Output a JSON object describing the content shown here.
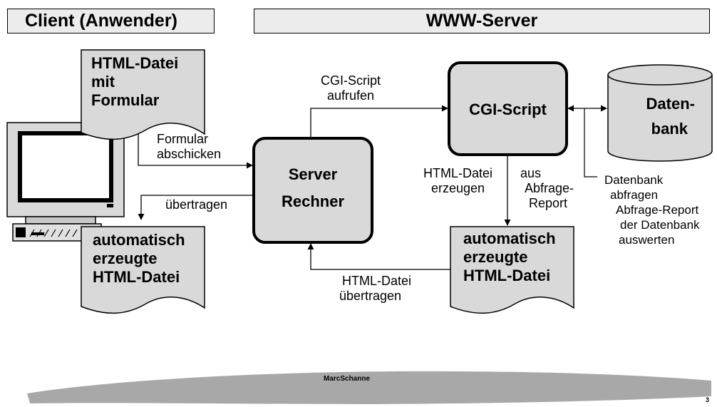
{
  "header": {
    "client": "Client (Anwender)",
    "server": "WWW-Server"
  },
  "docs": {
    "form": [
      "HTML-Datei",
      "mit",
      "Formular"
    ],
    "client_auto": [
      "automatisch",
      "erzeugte",
      "HTML-Datei"
    ],
    "server_auto": [
      "automatisch",
      "erzeugte",
      "HTML-Datei"
    ]
  },
  "boxes": {
    "server": [
      "Server",
      "Rechner"
    ],
    "cgi": "CGI-Script",
    "db": [
      "Daten-",
      "bank"
    ]
  },
  "arrows": {
    "formular_abschicken": [
      "Formular",
      "abschicken"
    ],
    "uebertragen": "übertragen",
    "cgi_aufrufen": [
      "CGI-Script",
      "aufrufen"
    ],
    "html_erzeugen": [
      "HTML-Datei",
      "erzeugen"
    ],
    "aus_report": [
      "aus",
      "Abfrage-",
      "Report"
    ],
    "html_uebertragen": [
      "HTML-Datei",
      "übertragen"
    ],
    "db_note": [
      "Datenbank",
      "abfragen",
      "Abfrage-Report",
      "der Datenbank",
      "auswerten"
    ]
  },
  "footer": {
    "author": "MarcSchanne",
    "page": "3"
  }
}
